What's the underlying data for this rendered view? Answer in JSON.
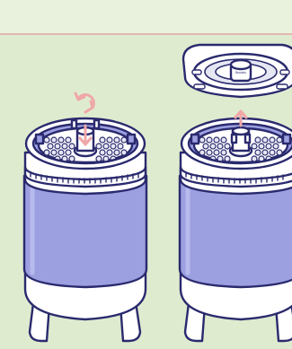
{
  "figure": {
    "lid_logo_text": "Bocado",
    "steps": [
      {
        "id": "rotate",
        "arrow": "rotate-counterclockwise",
        "direction": "down"
      },
      {
        "id": "lift",
        "arrow": "straight",
        "direction": "up"
      }
    ]
  },
  "colors": {
    "background": "#DFEBCF",
    "top_band": "#E9F2DC",
    "divider": "#E3B7B0",
    "outline": "#2A2A6E",
    "body_fill": "#9C9FE0",
    "body_light": "#B7BAEC",
    "white": "#FFFFFF",
    "arrow": "#EFA7A7",
    "grid": "#E6E7F3"
  }
}
